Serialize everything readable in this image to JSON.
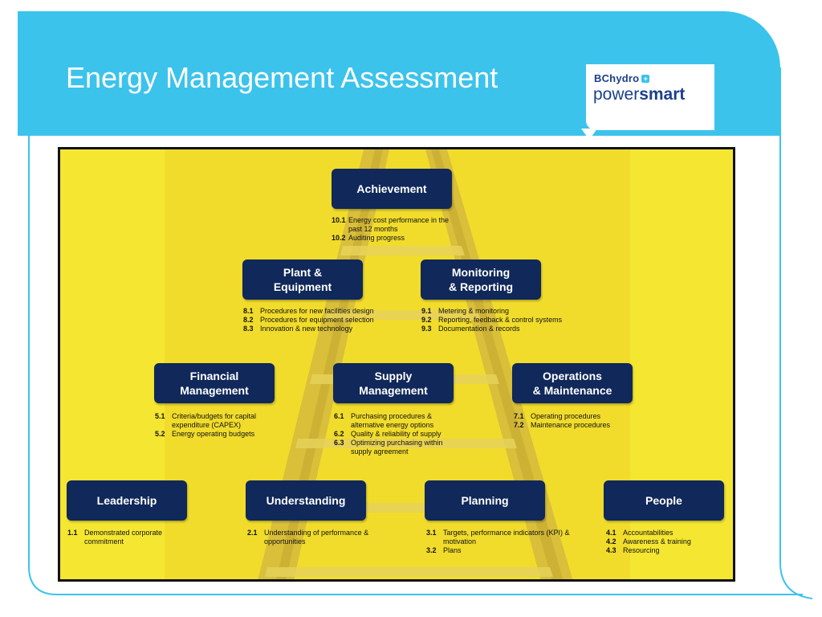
{
  "slide": {
    "title": "Energy Management Assessment"
  },
  "logo": {
    "brand_top": "BChydro",
    "brand_bottom_light": "power",
    "brand_bottom_bold": "smart"
  },
  "colors": {
    "header": "#3cc3ec",
    "diagram_background": "#f5e632",
    "box": "#10285a",
    "logo_text": "#1b3f8b"
  },
  "diagram": {
    "achievement": {
      "label_lines": [
        "Achievement"
      ],
      "items": [
        {
          "num": "10.1",
          "text": "Energy cost performance in the past 12 months"
        },
        {
          "num": "10.2",
          "text": "Auditing progress"
        }
      ]
    },
    "plant": {
      "label_lines": [
        "Plant &",
        "Equipment"
      ],
      "items": [
        {
          "num": "8.1",
          "text": "Procedures for new facilities design"
        },
        {
          "num": "8.2",
          "text": "Procedures for equipment selection"
        },
        {
          "num": "8.3",
          "text": "Innovation & new technology"
        }
      ]
    },
    "monitoring": {
      "label_lines": [
        "Monitoring",
        "& Reporting"
      ],
      "items": [
        {
          "num": "9.1",
          "text": "Metering & monitoring"
        },
        {
          "num": "9.2",
          "text": "Reporting, feedback & control systems"
        },
        {
          "num": "9.3",
          "text": "Documentation & records"
        }
      ]
    },
    "financial": {
      "label_lines": [
        "Financial",
        "Management"
      ],
      "items": [
        {
          "num": "5.1",
          "text": "Criteria/budgets for capital expenditure (CAPEX)"
        },
        {
          "num": "5.2",
          "text": "Energy operating budgets"
        }
      ]
    },
    "supply": {
      "label_lines": [
        "Supply",
        "Management"
      ],
      "items": [
        {
          "num": "6.1",
          "text": "Purchasing procedures & alternative energy options"
        },
        {
          "num": "6.2",
          "text": "Quality & reliability of supply"
        },
        {
          "num": "6.3",
          "text": "Optimizing purchasing within supply agreement"
        }
      ]
    },
    "operations": {
      "label_lines": [
        "Operations",
        "& Maintenance"
      ],
      "items": [
        {
          "num": "7.1",
          "text": "Operating procedures"
        },
        {
          "num": "7.2",
          "text": "Maintenance procedures"
        }
      ]
    },
    "leadership": {
      "label_lines": [
        "Leadership"
      ],
      "items": [
        {
          "num": "1.1",
          "text": "Demonstrated corporate commitment"
        }
      ]
    },
    "understanding": {
      "label_lines": [
        "Understanding"
      ],
      "items": [
        {
          "num": "2.1",
          "text": "Understanding of performance & opportunities"
        }
      ]
    },
    "planning": {
      "label_lines": [
        "Planning"
      ],
      "items": [
        {
          "num": "3.1",
          "text": "Targets, performance indicators (KPI) & motivation"
        },
        {
          "num": "3.2",
          "text": "Plans"
        }
      ]
    },
    "people": {
      "label_lines": [
        "People"
      ],
      "items": [
        {
          "num": "4.1",
          "text": "Accountabilities"
        },
        {
          "num": "4.2",
          "text": "Awareness & training"
        },
        {
          "num": "4.3",
          "text": "Resourcing"
        }
      ]
    }
  }
}
